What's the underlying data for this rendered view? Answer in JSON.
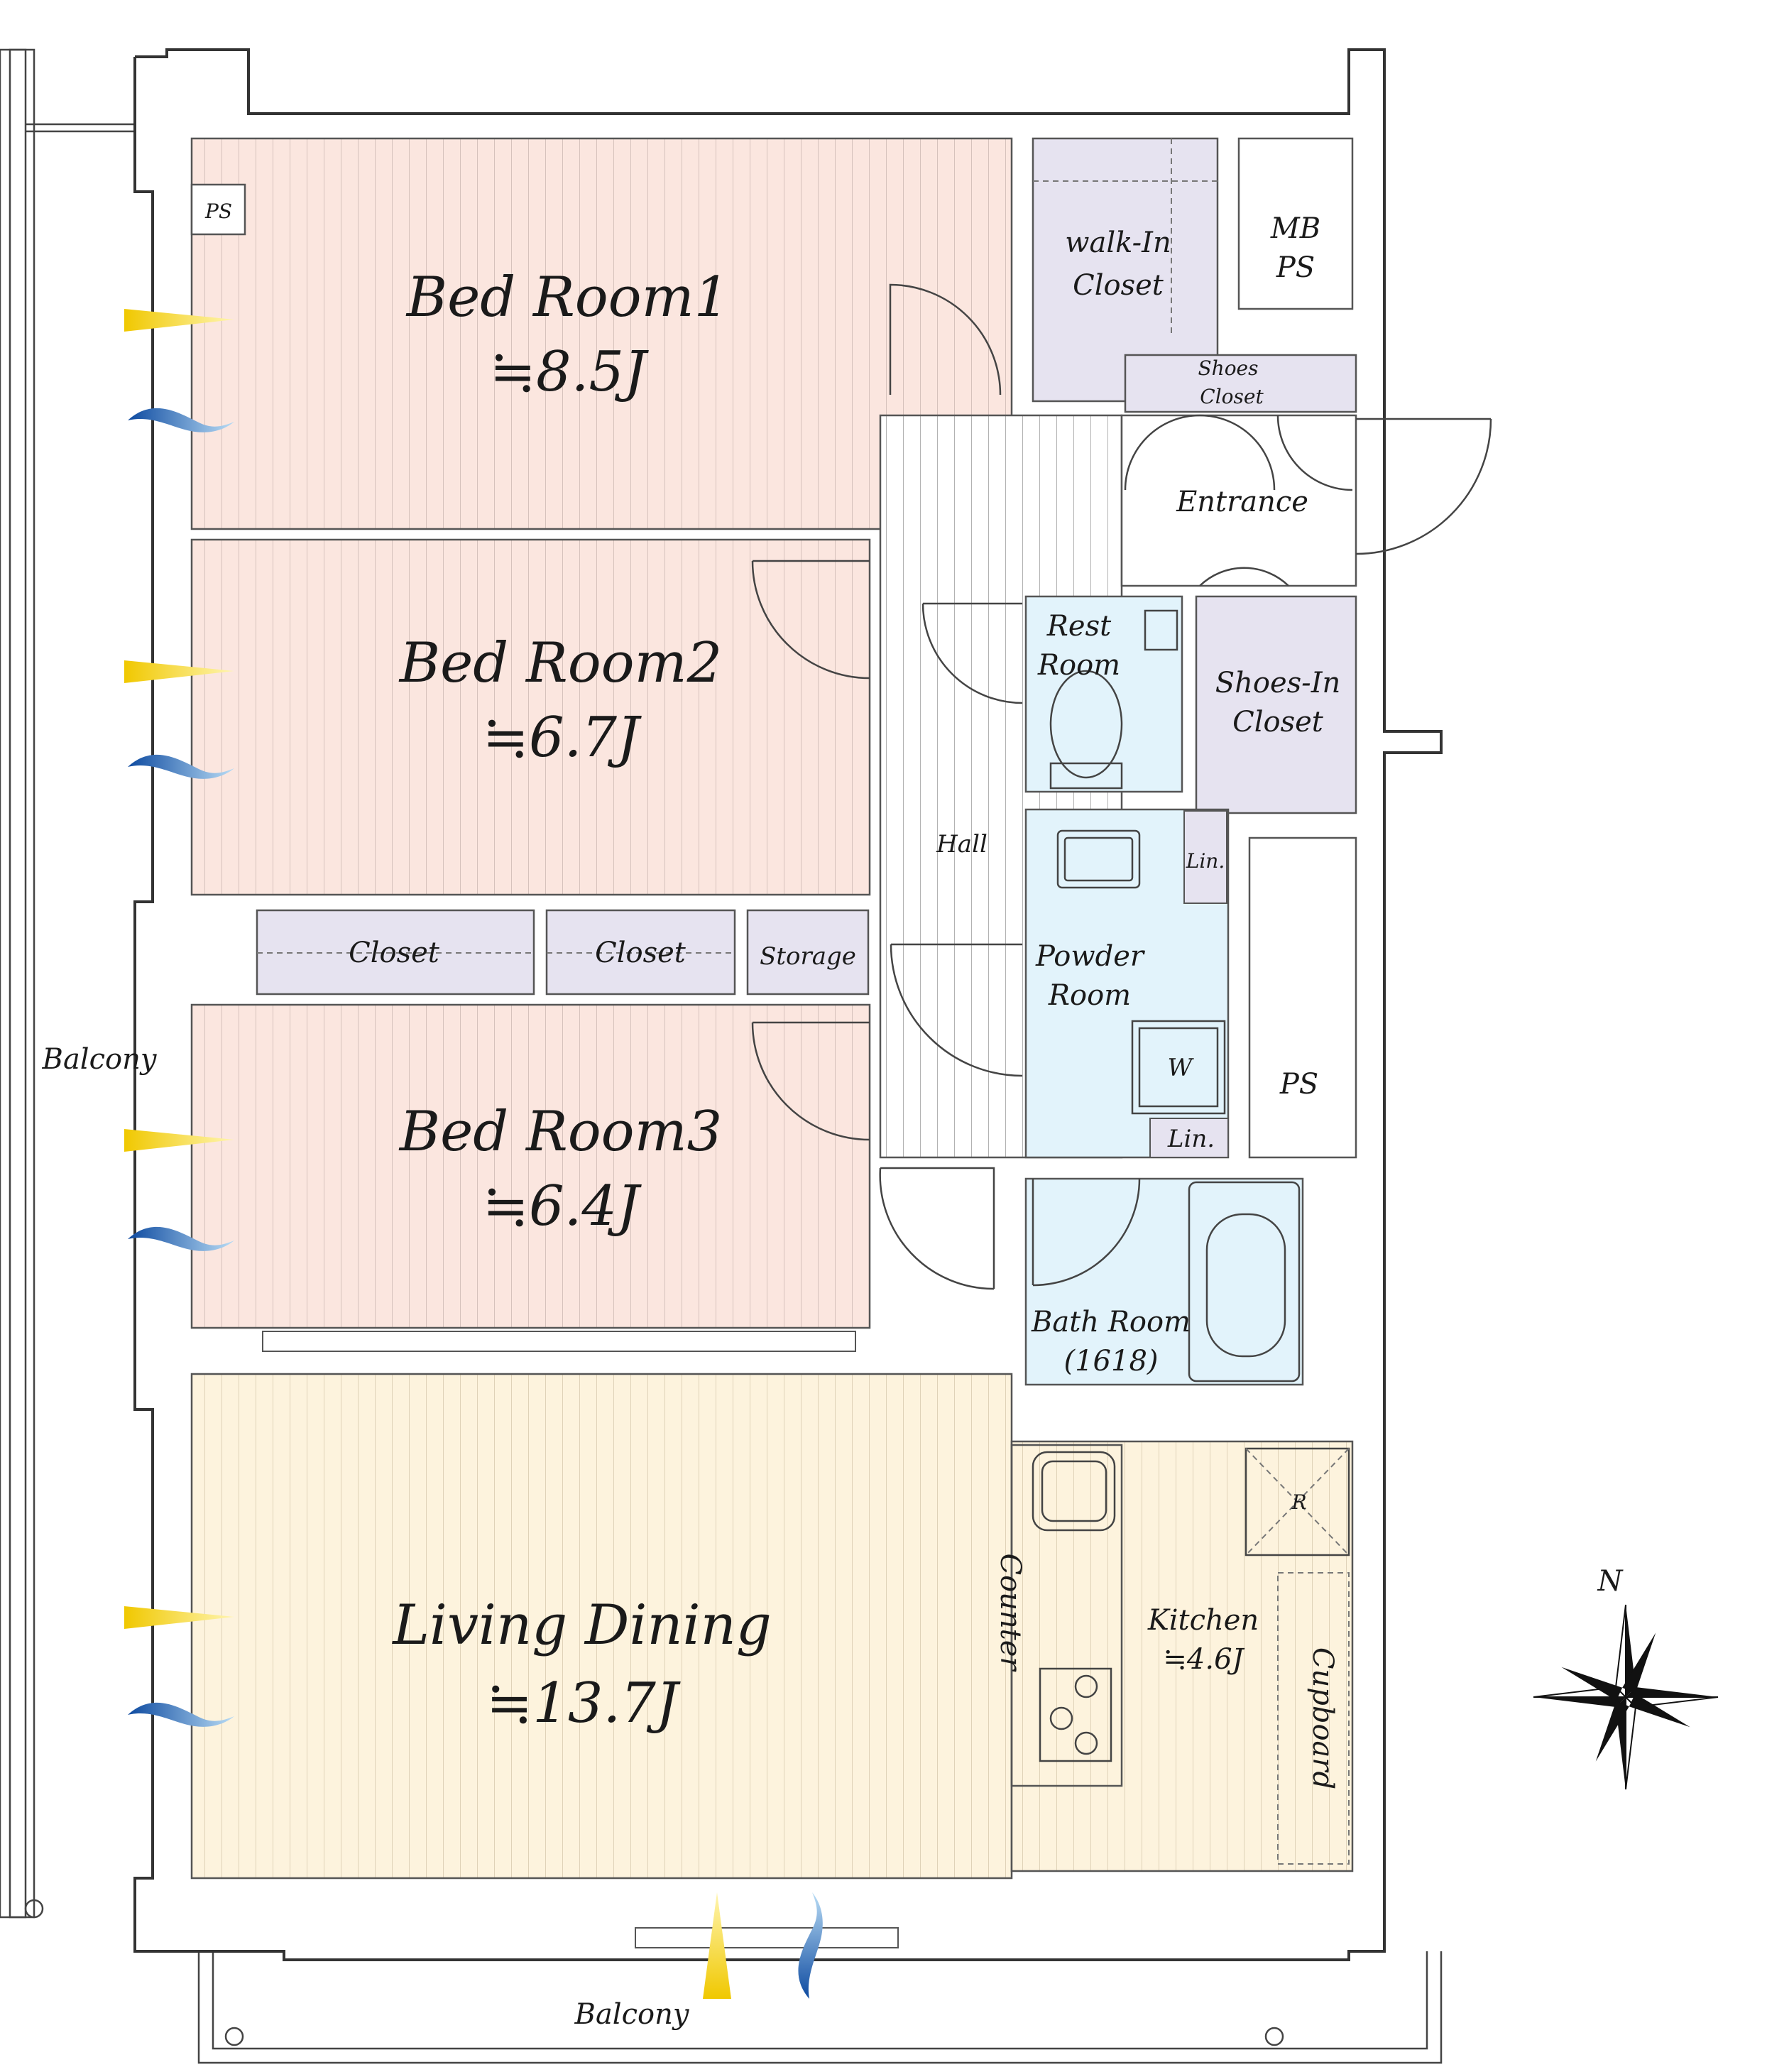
{
  "colors": {
    "bedroom_floor": "#fbe6df",
    "living_floor": "#fdf3dd",
    "closet_fill": "#e6e3f0",
    "wet_area_fill": "#e2f3fb",
    "wall": "#333333",
    "sun_yellow": "#f3d21a",
    "wind_blue": "#1b5fb0"
  },
  "rooms": {
    "bed1": {
      "name": "Bed Room1",
      "size": "≒8.5J"
    },
    "bed2": {
      "name": "Bed Room2",
      "size": "≒6.7J"
    },
    "bed3": {
      "name": "Bed Room3",
      "size": "≒6.4J"
    },
    "living": {
      "name": "Living Dining",
      "size": "≒13.7J"
    },
    "kitchen": {
      "name": "Kitchen",
      "size": "≒4.6J"
    },
    "bath": {
      "name": "Bath Room",
      "size": "(1618)"
    },
    "powder": {
      "line1": "Powder",
      "line2": "Room"
    },
    "rest": {
      "line1": "Rest",
      "line2": "Room"
    },
    "walkin": {
      "line1": "walk-In",
      "line2": "Closet"
    },
    "shoes_in": {
      "line1": "Shoes-In",
      "line2": "Closet"
    },
    "shoes": {
      "line1": "Shoes",
      "line2": "Closet"
    },
    "mbps": {
      "line1": "MB",
      "line2": "PS"
    }
  },
  "labels": {
    "ps_top": "PS",
    "ps_right": "PS",
    "closet_a": "Closet",
    "closet_b": "Closet",
    "storage": "Storage",
    "hall": "Hall",
    "entrance": "Entrance",
    "lin_top": "Lin.",
    "lin_bottom": "Lin.",
    "washer": "W",
    "fridge": "R",
    "counter": "Counter",
    "cupboard": "Cupboard",
    "balcony_west": "Balcony",
    "balcony_south": "Balcony",
    "north": "N"
  },
  "icons": [
    "sun-ray-icon",
    "wind-flow-icon",
    "compass-rose-icon",
    "door-swing-icon",
    "toilet-icon",
    "bathtub-icon",
    "stove-icon",
    "sink-icon"
  ]
}
